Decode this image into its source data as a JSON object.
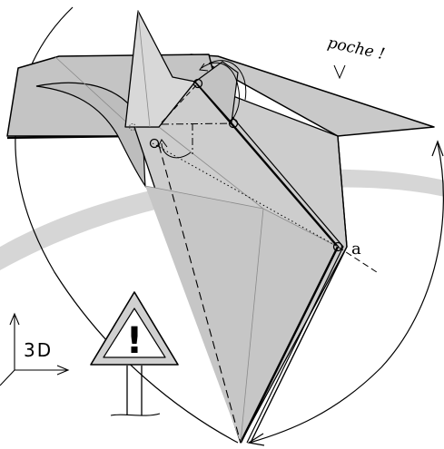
{
  "annotations": {
    "pocket_label": "poche !",
    "point_label": "a",
    "view_label": "3D"
  },
  "warning_sign": {
    "symbol": "!"
  },
  "colors": {
    "paper": "#cfcfcf",
    "paper_light": "#dcdcdc",
    "paper_dark": "#b9b9b9",
    "band": "#d9d9d9",
    "ink": "#000000"
  }
}
